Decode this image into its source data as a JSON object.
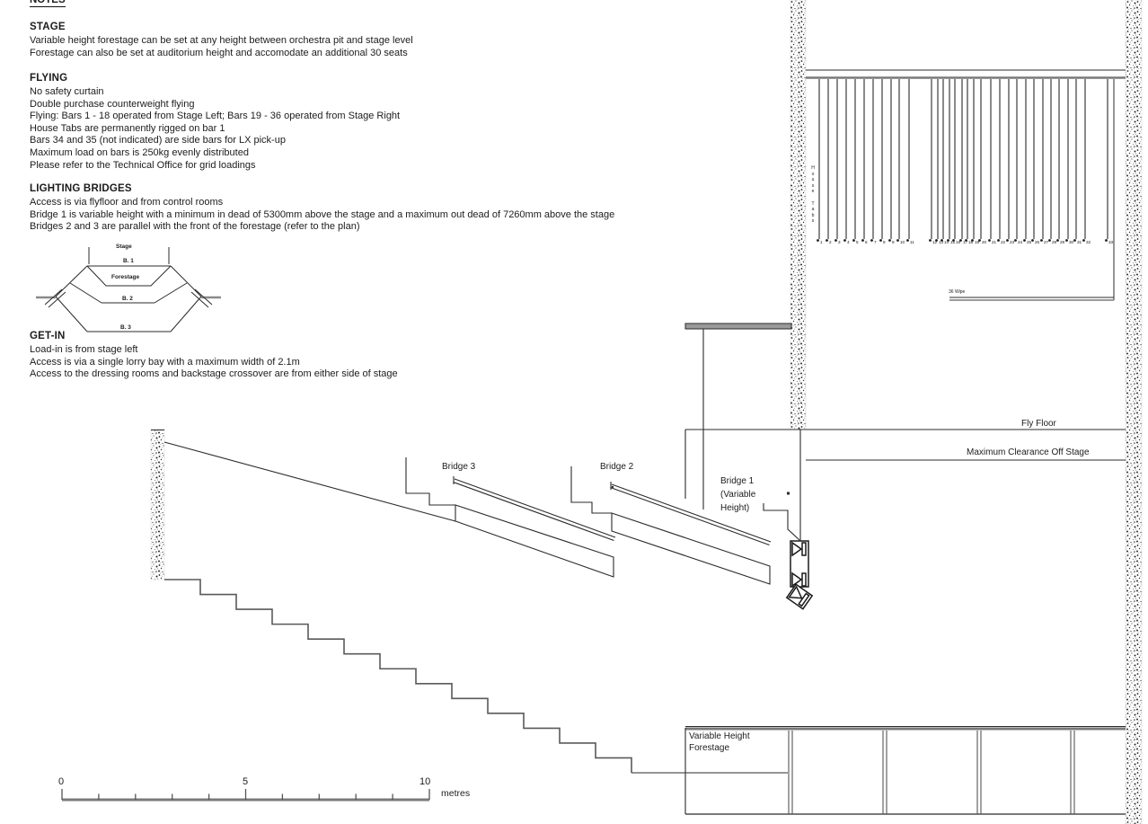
{
  "notes": {
    "title": "NOTES",
    "sections": [
      {
        "heading": "STAGE",
        "lines": [
          "Variable height forestage can be set at any height between orchestra pit and stage level",
          "Forestage can also be set at auditorium height and accomodate an additional 30 seats"
        ]
      },
      {
        "heading": "FLYING",
        "lines": [
          "No safety curtain",
          "Double purchase counterweight flying",
          "Flying: Bars 1 - 18 operated from Stage Left; Bars 19 - 36 operated from Stage Right",
          "House Tabs are permanently rigged on bar 1",
          "Bars 34 and 35 (not indicated) are side bars for LX pick-up",
          "Maximum load on bars is 250kg evenly distributed",
          "Please refer to the Technical Office for grid loadings"
        ]
      },
      {
        "heading": "LIGHTING BRIDGES",
        "lines": [
          "Access is via flyfloor and from control rooms",
          "Bridge 1 is variable height with a minimum in dead of 5300mm above the stage and a maximum out dead of 7260mm above the stage",
          "Bridges 2 and 3 are parallel with the front of the forestage (refer to the plan)"
        ]
      },
      {
        "heading": "GET-IN",
        "lines": [
          "Load-in is from stage left",
          "Access is via a single lorry bay with a maximum width of 2.1m",
          "Access to the dressing rooms and backstage crossover are from either side of stage"
        ]
      }
    ]
  },
  "plan_sketch": {
    "stage": "Stage",
    "b1": "B. 1",
    "forestage": "Forestage",
    "b2": "B. 2",
    "b3": "B. 3"
  },
  "section_drawing": {
    "bridge3": "Bridge 3",
    "bridge2": "Bridge 2",
    "bridge1": "Bridge 1\n(Variable\nHeight)",
    "fly_floor": "Fly Floor",
    "max_clearance": "Maximum Clearance Off Stage",
    "wipe": "36 Wipe",
    "house_tabs": "H\no\nu\ns\ne\n \nT\na\nb\ns",
    "forestage_box": "Variable Height\nForestage",
    "fly_bar_numbers": [
      "1",
      "2",
      "3",
      "4",
      "5",
      "6",
      "7",
      "8",
      "9",
      "10",
      "11",
      "12",
      "13",
      "14",
      "15",
      "16",
      "17",
      "18",
      "19",
      "20",
      "21",
      "22",
      "23",
      "24",
      "25",
      "26",
      "27",
      "28",
      "29",
      "30",
      "31",
      "32",
      "33"
    ]
  },
  "scale_bar": {
    "tick0": "0",
    "tick5": "5",
    "tick10": "10",
    "unit": "metres"
  },
  "colors": {
    "ink": "#2b2b2b",
    "grey": "#7a7a7a",
    "paper": "#ffffff"
  }
}
